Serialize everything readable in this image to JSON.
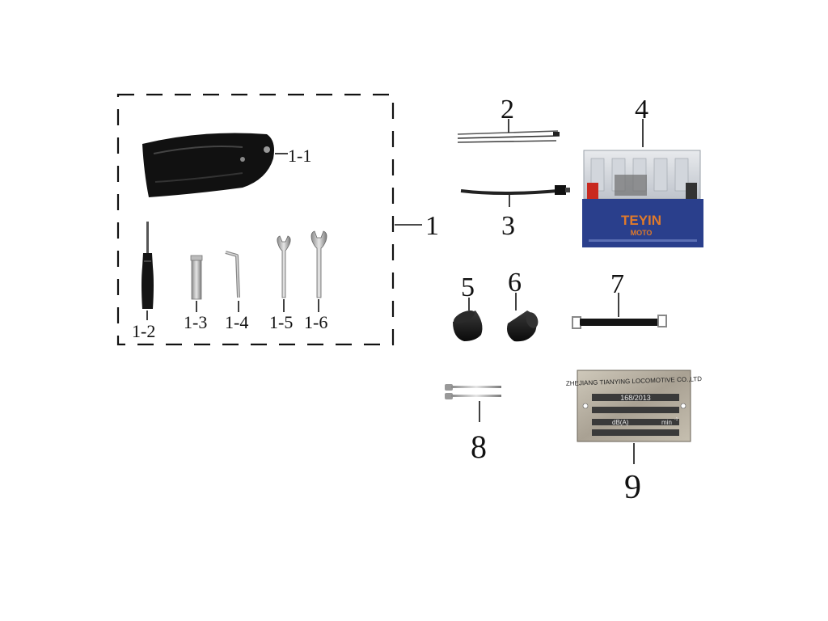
{
  "labels": {
    "p1": "1",
    "p1_1": "1-1",
    "p1_2": "1-2",
    "p1_3": "1-3",
    "p1_4": "1-4",
    "p1_5": "1-5",
    "p1_6": "1-6",
    "p2": "2",
    "p3": "3",
    "p4": "4",
    "p5": "5",
    "p6": "6",
    "p7": "7",
    "p8": "8",
    "p9": "9"
  },
  "battery": {
    "brand": "TEYIN",
    "sub": "MOTO"
  },
  "nameplate": {
    "maker": "ZHEJIANG TIANYING LOCOMOTIVE CO.,LTD",
    "code": "168/2013",
    "unit_db": "dB(A)",
    "unit_min": "min",
    "unit_min_sup": "-1"
  },
  "colors": {
    "line": "#111111",
    "battery_blue": "#2a3f8c",
    "battery_orange": "#e07a2a",
    "plate": "#b7b0a2",
    "rubber": "#1a1a1a"
  }
}
